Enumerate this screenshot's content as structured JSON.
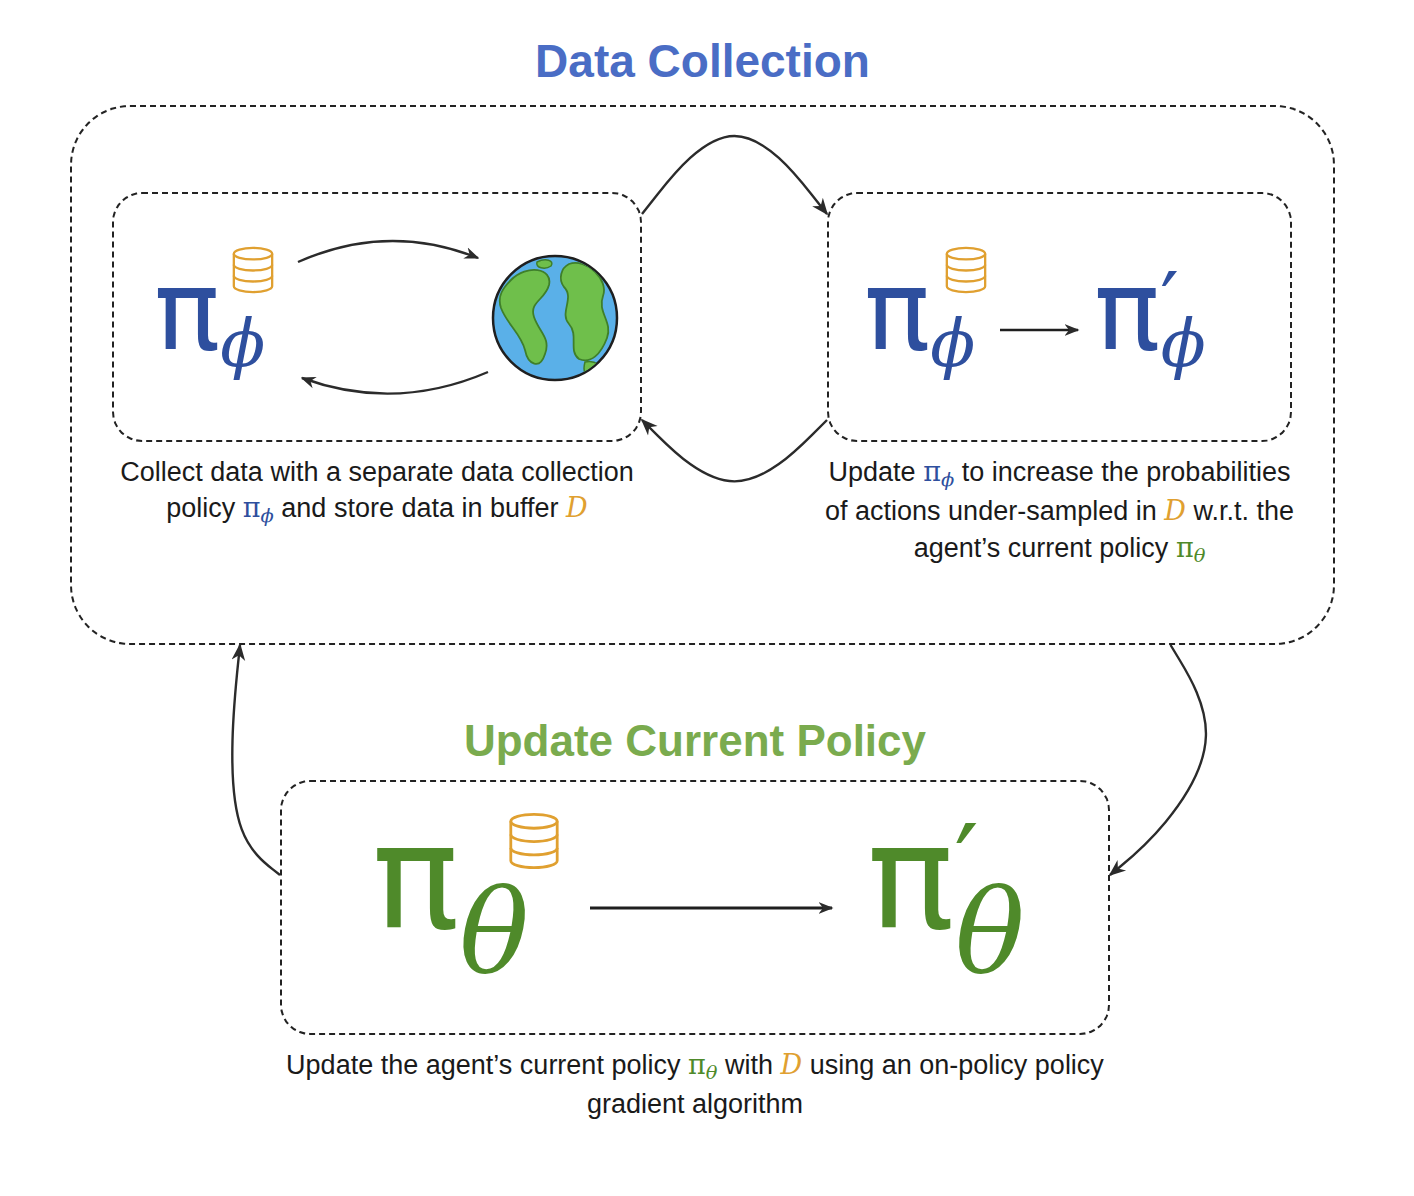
{
  "diagram": {
    "nodes": [
      {
        "text": [
          "Data Collection"
        ]
      },
      {
        "text": [
          "πϕ",
          "Collect data with a separate data collection policy πϕ and store data in buffer D"
        ],
        "in": 0
      },
      {
        "text": [
          "πϕ",
          "π′ϕ",
          "Update πϕ to increase the probabilities of actions under-sampled in D w.r.t. the agent’s current policy πθ"
        ],
        "in": 0
      },
      {
        "text": [
          "Update Current Policy",
          "πθ",
          "π′θ",
          "Update the agent’s current policy πθ with D using an on-policy policy gradient algorithm"
        ]
      }
    ],
    "edges": [
      {
        "from": 1,
        "to": 2,
        "arrow": "to"
      },
      {
        "from": 2,
        "to": 1,
        "arrow": "to"
      },
      {
        "from": 0,
        "to": 3,
        "arrow": "to"
      },
      {
        "from": 3,
        "to": 0,
        "arrow": "to"
      }
    ]
  }
}
